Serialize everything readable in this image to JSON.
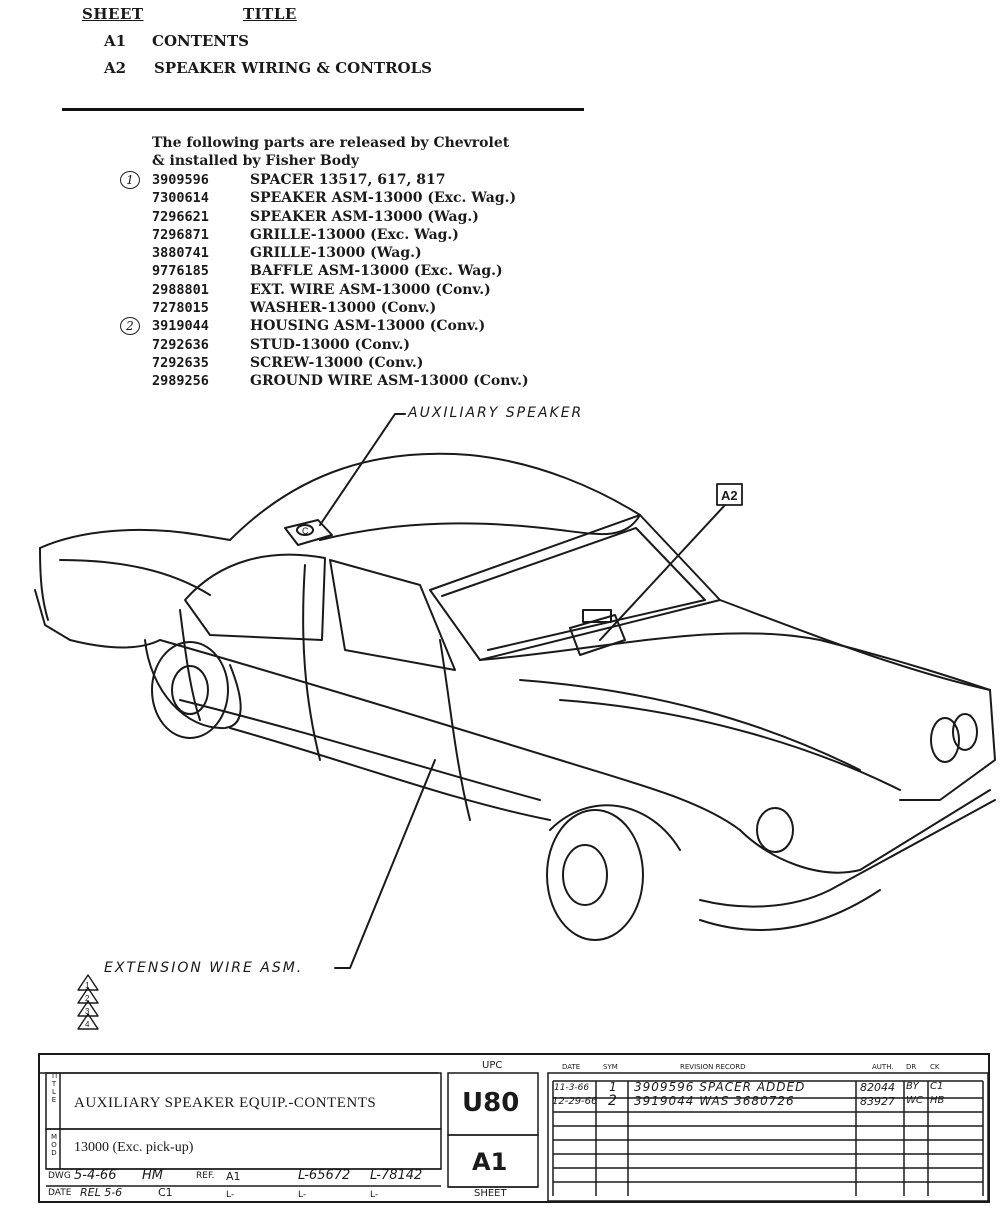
{
  "header": {
    "sheet_label": "SHEET",
    "title_label": "TITLE",
    "index": [
      {
        "sheet": "A1",
        "title": "CONTENTS"
      },
      {
        "sheet": "A2",
        "title": "SPEAKER WIRING & CONTROLS"
      }
    ]
  },
  "intro": {
    "line1": "The following parts are released by Chevrolet",
    "line2": "& installed by Fisher Body"
  },
  "parts": [
    {
      "marker": "1",
      "number": "3909596",
      "description": "SPACER 13517, 617, 817"
    },
    {
      "marker": "",
      "number": "7300614",
      "description": "SPEAKER ASM-13000 (Exc. Wag.)"
    },
    {
      "marker": "",
      "number": "7296621",
      "description": "SPEAKER ASM-13000 (Wag.)"
    },
    {
      "marker": "",
      "number": "7296871",
      "description": "GRILLE-13000 (Exc. Wag.)"
    },
    {
      "marker": "",
      "number": "3880741",
      "description": "GRILLE-13000 (Wag.)"
    },
    {
      "marker": "",
      "number": "9776185",
      "description": "BAFFLE ASM-13000 (Exc. Wag.)"
    },
    {
      "marker": "",
      "number": "2988801",
      "description": "EXT. WIRE ASM-13000 (Conv.)"
    },
    {
      "marker": "",
      "number": "7278015",
      "description": "WASHER-13000 (Conv.)"
    },
    {
      "marker": "2",
      "number": "3919044",
      "description": "HOUSING ASM-13000 (Conv.)"
    },
    {
      "marker": "",
      "number": "7292636",
      "description": "STUD-13000 (Conv.)"
    },
    {
      "marker": "",
      "number": "7292635",
      "description": "SCREW-13000 (Conv.)"
    },
    {
      "marker": "",
      "number": "2989256",
      "description": "GROUND WIRE ASM-13000 (Conv.)"
    }
  ],
  "drawing": {
    "callout_speaker": "AUXILIARY SPEAKER",
    "callout_wire": "EXTENSION WIRE ASM.",
    "ref_box": "A2",
    "speaker_mark": "C",
    "revision_triangles": [
      "1",
      "2",
      "3",
      "4"
    ]
  },
  "title_block": {
    "side_title": "TITLE",
    "side_mod": "MOD",
    "title": "AUXILIARY SPEAKER EQUIP.-CONTENTS",
    "model": "13000 (Exc. pick-up)",
    "upc_label": "UPC",
    "upc_value": "U80",
    "sheet_value": "A1",
    "sheet_label": "SHEET",
    "dwg_label": "DWG",
    "dwg_date": "5-4-66",
    "dwg_by": "HM",
    "ref_label": "REF.",
    "ref_value": "A1",
    "l_numbers": [
      "L-65672",
      "L-78142"
    ],
    "date_label": "DATE",
    "date_value": "REL 5-6",
    "date_sym": "C1",
    "l_blanks": [
      "L-",
      "L-",
      "L-"
    ],
    "revision_headers": {
      "date": "DATE",
      "sym": "SYM",
      "record": "REVISION RECORD",
      "auth": "AUTH.",
      "dr": "DR",
      "ck": "CK"
    },
    "revisions": [
      {
        "date": "11-3-66",
        "sym": "1",
        "record": "3909596 SPACER ADDED",
        "auth": "82044",
        "dr": "BY",
        "ck": "C1"
      },
      {
        "date": "12-29-66",
        "sym": "2",
        "record": "3919044 WAS 3680726",
        "auth": "83927",
        "dr": "WC",
        "ck": "HB"
      }
    ]
  }
}
